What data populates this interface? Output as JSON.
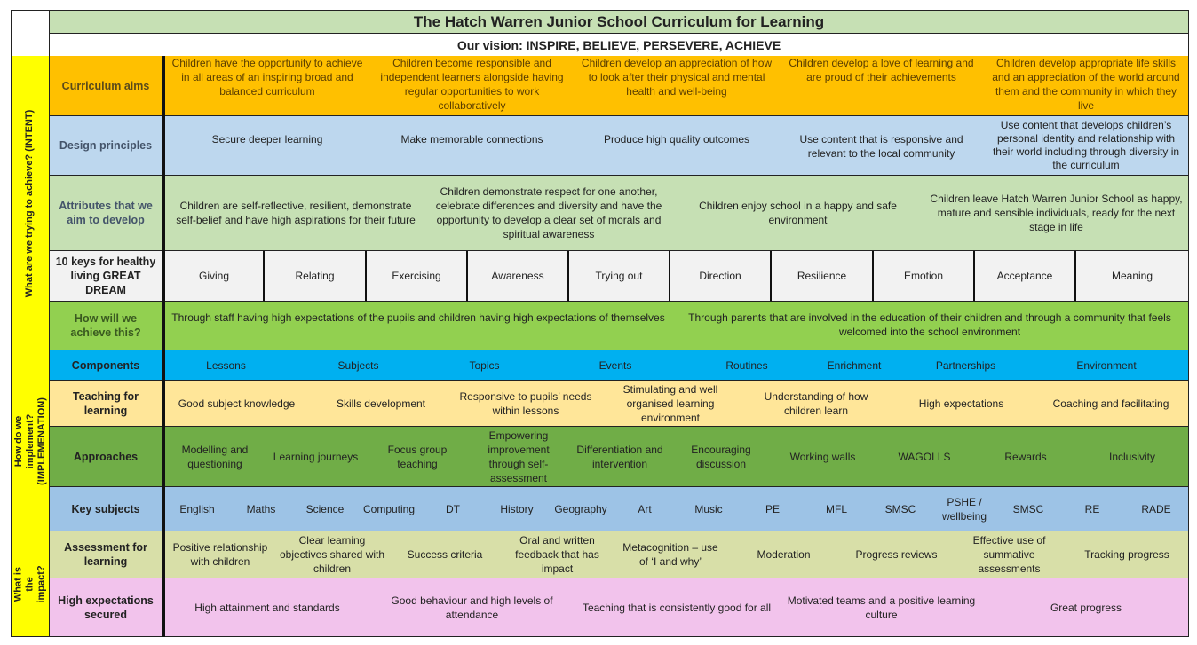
{
  "title": "The Hatch Warren Junior School Curriculum for Learning",
  "vision": "Our vision: INSPIRE, BELIEVE, PERSEVERE, ACHIEVE",
  "sections": {
    "intent": "What are we trying to achieve? (INTENT)",
    "implementation": "How do we implement? (IMPLEMENATION)",
    "impact": "What is the impact?"
  },
  "colors": {
    "title": "#c6e0b4",
    "side": "#ffff00",
    "aims": "#ffc000",
    "design": "#bdd7ee",
    "attributes": "#c6e0b4",
    "keys": "#f2f2f2",
    "how": "#92d050",
    "components": "#00b0f0",
    "teaching": "#ffe699",
    "approaches": "#70ad47",
    "subjects": "#9dc3e6",
    "assessment": "#d8dfa8",
    "high": "#f2c3ec"
  },
  "rows": [
    {
      "label": "Curriculum aims",
      "cells": [
        "Children have the opportunity to achieve in all areas of an inspiring broad and balanced curriculum",
        "Children become responsible and independent learners alongside having regular opportunities to work collaboratively",
        "Children develop an appreciation of how to look after their physical and mental health and well-being",
        "Children develop a love of learning and are proud of their achievements",
        "Children develop appropriate life skills and an appreciation of the world around them and the community in which they live"
      ]
    },
    {
      "label": "Design principles",
      "cells": [
        "Secure deeper learning",
        "Make memorable connections",
        "Produce high quality outcomes",
        "Use content that is responsive and relevant to the local community",
        "Use content that develops children’s personal identity and relationship with their world including through diversity in the curriculum"
      ]
    },
    {
      "label": "Attributes that we aim to develop",
      "cells": [
        "Children are self-reflective, resilient, demonstrate self-belief and have high aspirations for their future",
        "Children demonstrate respect for one another, celebrate differences and diversity and have the opportunity to develop a clear set of morals and spiritual awareness",
        "Children enjoy school in a happy and safe environment",
        "Children leave Hatch Warren Junior School as happy, mature and sensible individuals, ready for the next stage in life"
      ]
    },
    {
      "label": "10 keys for healthy living GREAT DREAM",
      "cells": [
        "Giving",
        "Relating",
        "Exercising",
        "Awareness",
        "Trying out",
        "Direction",
        "Resilience",
        "Emotion",
        "Acceptance",
        "Meaning"
      ]
    },
    {
      "label": "How will we achieve this?",
      "cells": [
        "Through staff having high expectations of the pupils and children having high expectations of themselves",
        "Through parents that are involved in the education of their children and through a community that feels welcomed into the school environment"
      ]
    },
    {
      "label": "Components",
      "cells": [
        "Lessons",
        "Subjects",
        "Topics",
        "Events",
        "Routines",
        "Enrichment",
        "Partnerships",
        "Environment"
      ]
    },
    {
      "label": "Teaching for learning",
      "cells": [
        "Good subject knowledge",
        "Skills development",
        "Responsive to pupils’ needs within lessons",
        "Stimulating and well organised learning environment",
        "Understanding of how children learn",
        "High expectations",
        "Coaching and facilitating"
      ]
    },
    {
      "label": "Approaches",
      "cells": [
        "Modelling and questioning",
        "Learning journeys",
        "Focus group teaching",
        "Empowering improvement through self-assessment",
        "Differentiation and intervention",
        "Encouraging discussion",
        "Working walls",
        "WAGOLLS",
        "Rewards",
        "Inclusivity"
      ]
    },
    {
      "label": "Key subjects",
      "cells": [
        "English",
        "Maths",
        "Science",
        "Computing",
        "DT",
        "History",
        "Geography",
        "Art",
        "Music",
        "PE",
        "MFL",
        "SMSC",
        "PSHE / wellbeing",
        "SMSC",
        "RE",
        "RADE"
      ]
    },
    {
      "label": "Assessment for learning",
      "cells": [
        "Positive relationship with children",
        "Clear learning objectives shared with children",
        "Success criteria",
        "Oral and written feedback that has impact",
        "Metacognition – use of ‘I and why’",
        "Moderation",
        "Progress reviews",
        "Effective use of summative assessments",
        "Tracking progress"
      ]
    },
    {
      "label": "High expectations secured",
      "cells": [
        "High attainment and standards",
        "Good behaviour and high levels of attendance",
        "Teaching that is consistently good for all",
        "Motivated teams and a positive learning culture",
        "Great progress"
      ]
    }
  ]
}
